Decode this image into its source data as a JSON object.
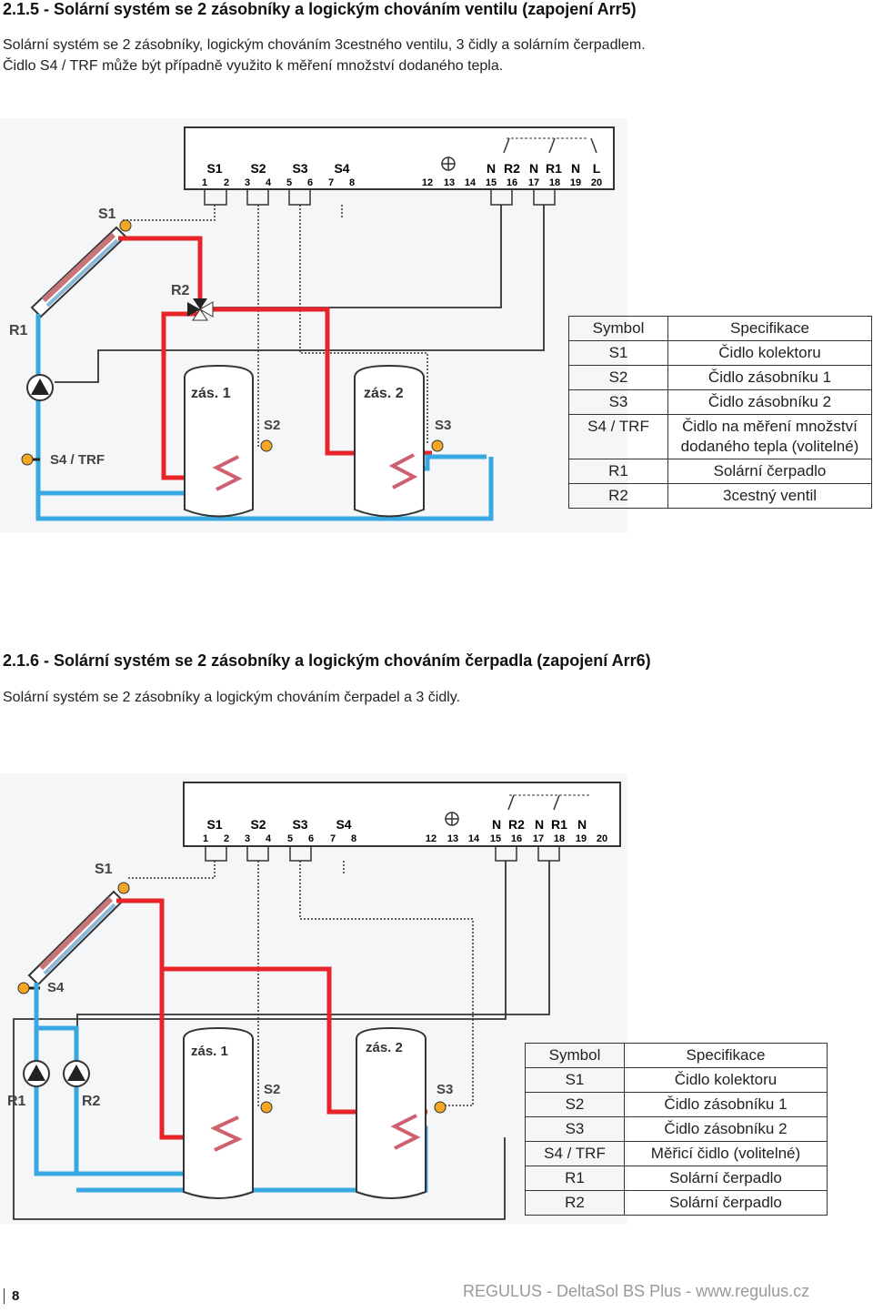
{
  "section1": {
    "heading": "2.1.5 - Solární systém se 2 zásobníky a logickým chováním ventilu (zapojení Arr5)",
    "desc_line1": "Solární systém se 2 zásobníky, logickým chováním 3cestného ventilu, 3 čidly a solárním čerpadlem.",
    "desc_line2": "Čidlo S4 / TRF může být případně využito k měření množství dodaného tepla.",
    "diagram": {
      "controller_groups": [
        "S1",
        "S2",
        "S3",
        "S4"
      ],
      "relay_labels": [
        "N",
        "R2",
        "N",
        "R1",
        "N",
        "L"
      ],
      "terminals_left": [
        "1",
        "2",
        "3",
        "4",
        "5",
        "6",
        "7",
        "8"
      ],
      "terminals_right": [
        "12",
        "13",
        "14",
        "15",
        "16",
        "17",
        "18",
        "19",
        "20"
      ],
      "label_s1": "S1",
      "label_r2": "R2",
      "label_r1": "R1",
      "label_s4trf": "S4 / TRF",
      "tank1": "zás. 1",
      "tank2": "zás. 2",
      "label_s2": "S2",
      "label_s3": "S3"
    },
    "table": {
      "header": [
        "Symbol",
        "Specifikace"
      ],
      "rows": [
        [
          "S1",
          "Čidlo kolektoru"
        ],
        [
          "S2",
          "Čidlo zásobníku 1"
        ],
        [
          "S3",
          "Čidlo zásobníku 2"
        ],
        [
          "S4 / TRF",
          "Čidlo na měření množství dodaného tepla (volitelné)"
        ],
        [
          "R1",
          "Solární čerpadlo"
        ],
        [
          "R2",
          "3cestný ventil"
        ]
      ]
    }
  },
  "section2": {
    "heading": "2.1.6 - Solární systém se 2 zásobníky a logickým chováním čerpadla (zapojení Arr6)",
    "desc_line1": "Solární systém se 2 zásobníky a logickým chováním čerpadel a 3 čidly.",
    "diagram": {
      "controller_groups": [
        "S1",
        "S2",
        "S3",
        "S4"
      ],
      "relay_labels": [
        "N",
        "R2",
        "N",
        "R1",
        "N"
      ],
      "terminals_left": [
        "1",
        "2",
        "3",
        "4",
        "5",
        "6",
        "7",
        "8"
      ],
      "terminals_right": [
        "12",
        "13",
        "14",
        "15",
        "16",
        "17",
        "18",
        "19",
        "20"
      ],
      "label_s1": "S1",
      "label_s4": "S4",
      "label_r1": "R1",
      "label_r2": "R2",
      "tank1": "zás. 1",
      "tank2": "zás. 2",
      "label_s2": "S2",
      "label_s3": "S3"
    },
    "table": {
      "header": [
        "Symbol",
        "Specifikace"
      ],
      "rows": [
        [
          "S1",
          "Čidlo kolektoru"
        ],
        [
          "S2",
          "Čidlo zásobníku 1"
        ],
        [
          "S3",
          "Čidlo zásobníku 2"
        ],
        [
          "S4 / TRF",
          "Měřicí čidlo (volitelné)"
        ],
        [
          "R1",
          "Solární čerpadlo"
        ],
        [
          "R2",
          "Solární čerpadlo"
        ]
      ]
    }
  },
  "footer": {
    "page_number": "8",
    "brand": "REGULUS - DeltaSol BS Plus - www.regulus.cz"
  },
  "colors": {
    "hot_pipe": "#e8232a",
    "cold_pipe": "#3aa8e0",
    "sensor": "#f5a623",
    "wire": "#333333"
  }
}
